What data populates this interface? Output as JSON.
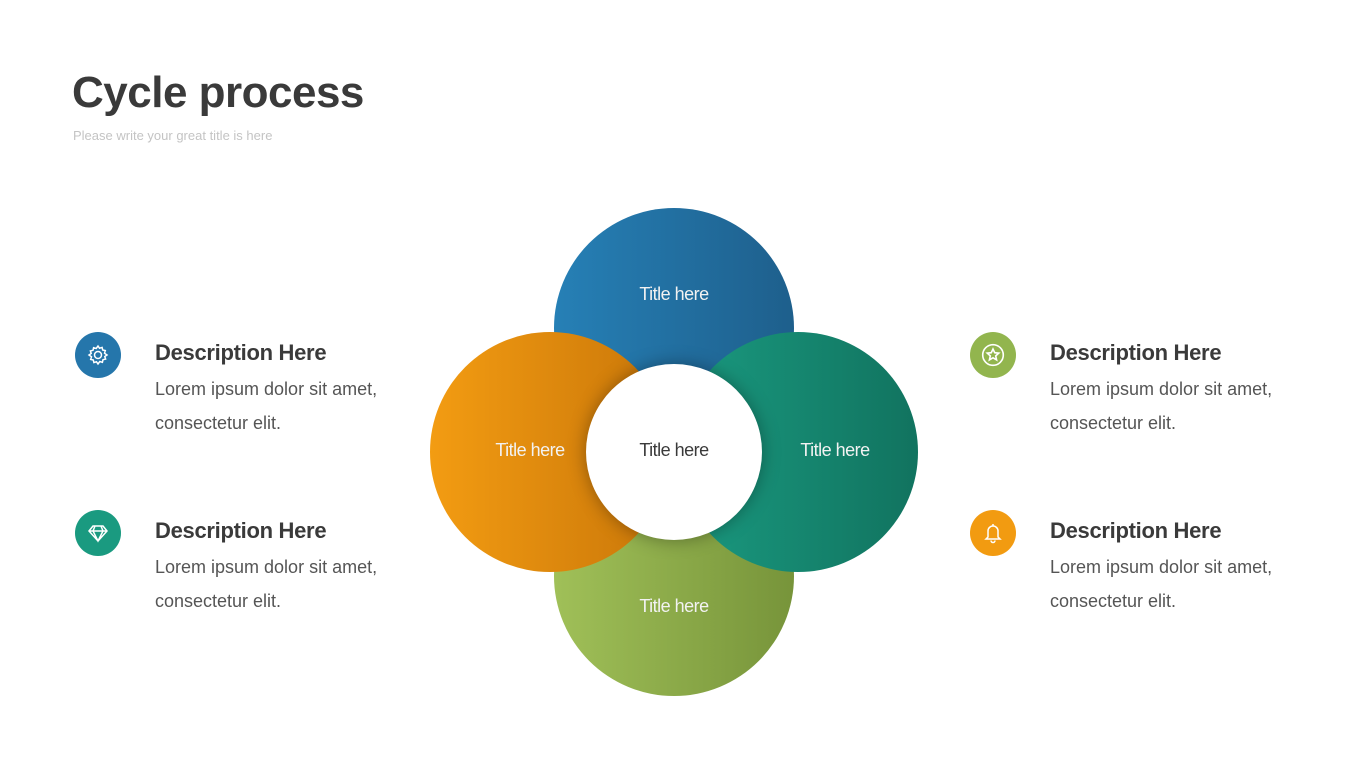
{
  "header": {
    "title": "Cycle process",
    "subtitle": "Please write your great title is here"
  },
  "diagram": {
    "top": "Title here",
    "left": "Title here",
    "right": "Title here",
    "bottom": "Title here",
    "center": "Title here"
  },
  "colors": {
    "blue": "#2576ab",
    "teal": "#1a9a80",
    "green": "#92b54e",
    "orange": "#f29b11"
  },
  "items": [
    {
      "icon": "gear-icon",
      "title": "Description Here",
      "line1": "Lorem ipsum dolor sit amet,",
      "line2": "consectetur elit."
    },
    {
      "icon": "diamond-icon",
      "title": "Description Here",
      "line1": "Lorem ipsum dolor sit amet,",
      "line2": "consectetur elit."
    },
    {
      "icon": "star-badge-icon",
      "title": "Description Here",
      "line1": "Lorem ipsum dolor sit amet,",
      "line2": "consectetur elit."
    },
    {
      "icon": "bell-icon",
      "title": "Description Here",
      "line1": "Lorem ipsum dolor sit amet,",
      "line2": "consectetur elit."
    }
  ]
}
